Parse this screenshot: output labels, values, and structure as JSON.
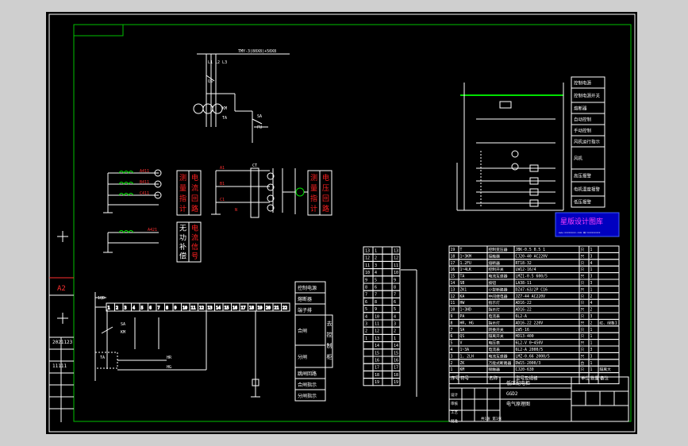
{
  "drawing": {
    "sheet_size": "A2",
    "colors": {
      "background": "#000000",
      "frame": "#ffffff",
      "border": "#00c000",
      "line": "#ffffff",
      "red": "#ff2020",
      "green": "#00e000",
      "cyan": "#00e0e0",
      "blue": "#4040ff",
      "magenta": "#ff40ff",
      "yellow": "#ffff00"
    }
  },
  "watermark": {
    "title": "星版设计图库",
    "sub": "www.xxxxxxxx.com QQ:xxxxxxxxx"
  },
  "left_strip": {
    "label": "A2",
    "rows": [
      "2021123",
      "",
      "11111",
      "",
      "",
      "",
      ""
    ]
  },
  "top_schematic": {
    "bus_label": "TMY-3(80X8)+50X8",
    "labels": [
      "L1 L2 L3",
      "QS",
      "KM",
      "TA",
      "SA",
      "FU"
    ]
  },
  "blocks": {
    "measure_current": [
      "测",
      "量",
      "指",
      "计"
    ],
    "current_loop": [
      "电",
      "流",
      "回",
      "路"
    ],
    "measure_voltage": [
      "测",
      "量",
      "指",
      "计"
    ],
    "voltage_loop": [
      "电",
      "压",
      "回",
      "路"
    ],
    "reactive": [
      "无",
      "功",
      "补",
      "偿"
    ],
    "signal": [
      "电",
      "流",
      "信",
      "号"
    ],
    "ct_label": "CT",
    "current_labels": [
      "A411",
      "B411",
      "C411"
    ],
    "voltage_labels": [
      "A1",
      "B1",
      "C1",
      "N"
    ],
    "reactive_label": "A421"
  },
  "terminal_block": {
    "label": "1QD",
    "numbers": [
      "1",
      "2",
      "3",
      "4",
      "5",
      "6",
      "7",
      "8",
      "9",
      "10",
      "11",
      "12",
      "13",
      "14",
      "15",
      "16",
      "17",
      "18",
      "19",
      "20",
      "21",
      "22"
    ],
    "bottom_labels": [
      "SA",
      "KM",
      "TA",
      "HR",
      "HG"
    ],
    "side_labels": [
      "控制电源",
      "熔断器",
      "端子排",
      "合闸",
      "分闸",
      "跳闸回路",
      "合闸指示",
      "分闸指示"
    ],
    "side_labels_right": [
      "去",
      "控",
      "制",
      "柜"
    ]
  },
  "control_legend": [
    "控制电源",
    "控制电源开关",
    "熔断器",
    "自动控制",
    "手动控制",
    "风机运行指示",
    "风机",
    "高压报警",
    "电机温度报警",
    "低压报警"
  ],
  "small_table": {
    "rows": [
      [
        "13",
        "1",
        "",
        "13"
      ],
      [
        "12",
        "2",
        "",
        "12"
      ],
      [
        "11",
        "3",
        "",
        "11"
      ],
      [
        "10",
        "4",
        "",
        "10"
      ],
      [
        "9",
        "5",
        "",
        "9"
      ],
      [
        "8",
        "6",
        "",
        "8"
      ],
      [
        "7",
        "7",
        "",
        "7"
      ],
      [
        "6",
        "8",
        "",
        "6"
      ],
      [
        "5",
        "9",
        "",
        "5"
      ],
      [
        "4",
        "10",
        "",
        "4"
      ],
      [
        "3",
        "11",
        "",
        "3"
      ],
      [
        "2",
        "12",
        "",
        "2"
      ],
      [
        "1",
        "13",
        "",
        "1"
      ],
      [
        "",
        "14",
        "",
        "14"
      ],
      [
        "",
        "15",
        "",
        "15"
      ],
      [
        "",
        "16",
        "",
        "16"
      ],
      [
        "",
        "17",
        "",
        "17"
      ],
      [
        "",
        "18",
        "",
        "18"
      ],
      [
        "",
        "19",
        "",
        "19"
      ]
    ]
  },
  "bom": {
    "headers": [
      "序号",
      "符号",
      "名称",
      "型号及规格",
      "单位",
      "数量",
      "备注"
    ],
    "rows": [
      [
        "19",
        "T",
        "控制变压器",
        "JBK-0.5 0.5 1",
        "只",
        "1",
        ""
      ],
      [
        "18",
        "1~3KM",
        "接触器",
        "CJ20-40 AC220V",
        "只",
        "3",
        ""
      ],
      [
        "17",
        "1.2FU",
        "熔断器",
        "RT18-32",
        "只",
        "4",
        ""
      ],
      [
        "16",
        "1~4LK",
        "控制开关",
        "LW12-16/4",
        "只",
        "1",
        ""
      ],
      [
        "15",
        "TA",
        "电流互感器",
        "LMZ1-0.5 600/5",
        "只",
        "3",
        ""
      ],
      [
        "14",
        "SB",
        "按钮",
        "LA38-11",
        "只",
        "3",
        ""
      ],
      [
        "13",
        "ZK1",
        "小型断路器",
        "DZ47-63/2P C16",
        "只",
        "1",
        ""
      ],
      [
        "12",
        "KA",
        "中间继电器",
        "JZ7-44 AC220V",
        "只",
        "2",
        ""
      ],
      [
        "11",
        "HW",
        "指示灯",
        "AD16-22",
        "只",
        "4",
        ""
      ],
      [
        "10",
        "1~3HD",
        "指示灯",
        "AD16-22",
        "只",
        "2",
        ""
      ],
      [
        "9",
        "PA",
        "电流表",
        "6L2-A",
        "只",
        "3",
        ""
      ],
      [
        "8",
        "HR, HG",
        "指示灯",
        "AD16-22 220V",
        "只",
        "2",
        "红、绿各1"
      ],
      [
        "7",
        "SA",
        "转换开关",
        "LW5-16",
        "只",
        "1",
        ""
      ],
      [
        "6",
        "QS",
        "隔离开关",
        "HD13-400",
        "只",
        "1",
        ""
      ],
      [
        "5",
        "V",
        "电压表",
        "6L2-V 0~450V",
        "只",
        "1",
        ""
      ],
      [
        "4",
        "1~3A",
        "电流表",
        "6L2-A 2000/5",
        "只",
        "3",
        ""
      ],
      [
        "3",
        "1, 2LH",
        "电流互感器",
        "LMZ-0.66 2000/5",
        "只",
        "3",
        ""
      ],
      [
        "2",
        "ZK",
        "万能式断路器",
        "DW15-2000/3",
        "台",
        "1",
        ""
      ],
      [
        "1",
        "KM",
        "接触器",
        "CJ20-630",
        "只",
        "1",
        "隔离大"
      ]
    ]
  },
  "title_block": {
    "line1": "低压配电柜",
    "line2": "GGD2",
    "line3": "电气原理图",
    "fields": [
      "设计",
      "审核",
      "工艺",
      "批准"
    ],
    "sheet": "共1张 第1张"
  }
}
